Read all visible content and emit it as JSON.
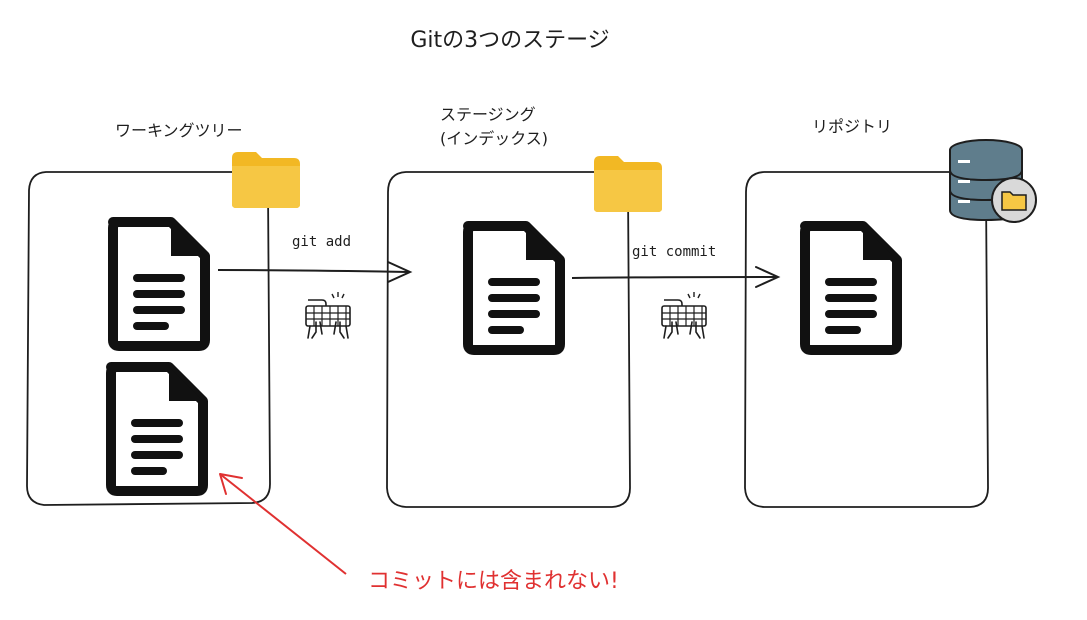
{
  "title": "Gitの3つのステージ",
  "stages": {
    "working": {
      "label": "ワーキングツリー"
    },
    "staging": {
      "label_line1": "ステージング",
      "label_line2": "(インデックス)"
    },
    "repository": {
      "label": "リポジトリ"
    }
  },
  "commands": {
    "add": "git add",
    "commit": "git commit"
  },
  "note": "コミットには含まれない!",
  "colors": {
    "stroke": "#1e1e1e",
    "folder": "#f6c744",
    "folder_tab": "#f2b824",
    "note": "#e03131",
    "database": "#5f7d8c"
  },
  "icons": [
    "folder-icon",
    "document-icon",
    "keyboard-hands-icon",
    "database-icon"
  ]
}
